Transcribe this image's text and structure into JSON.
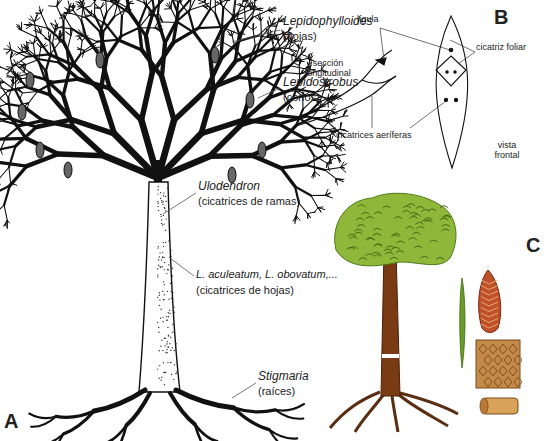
{
  "diagram": {
    "labels": [
      "Lepidophylloides",
      "(hojas)",
      "Lepidostrobus",
      "(conos)",
      "Ulodendron",
      "(cicatrices de ramas)",
      "L. aculeatum, L. obovatum,...",
      "(cicatrices de hojas)",
      "Stigmaria",
      "(raíces)",
      "A",
      "B",
      "lígula",
      "cicatriz foliar",
      "sección longitudinal",
      "vista frontal",
      "cicatrices aeríferas",
      "C"
    ]
  }
}
